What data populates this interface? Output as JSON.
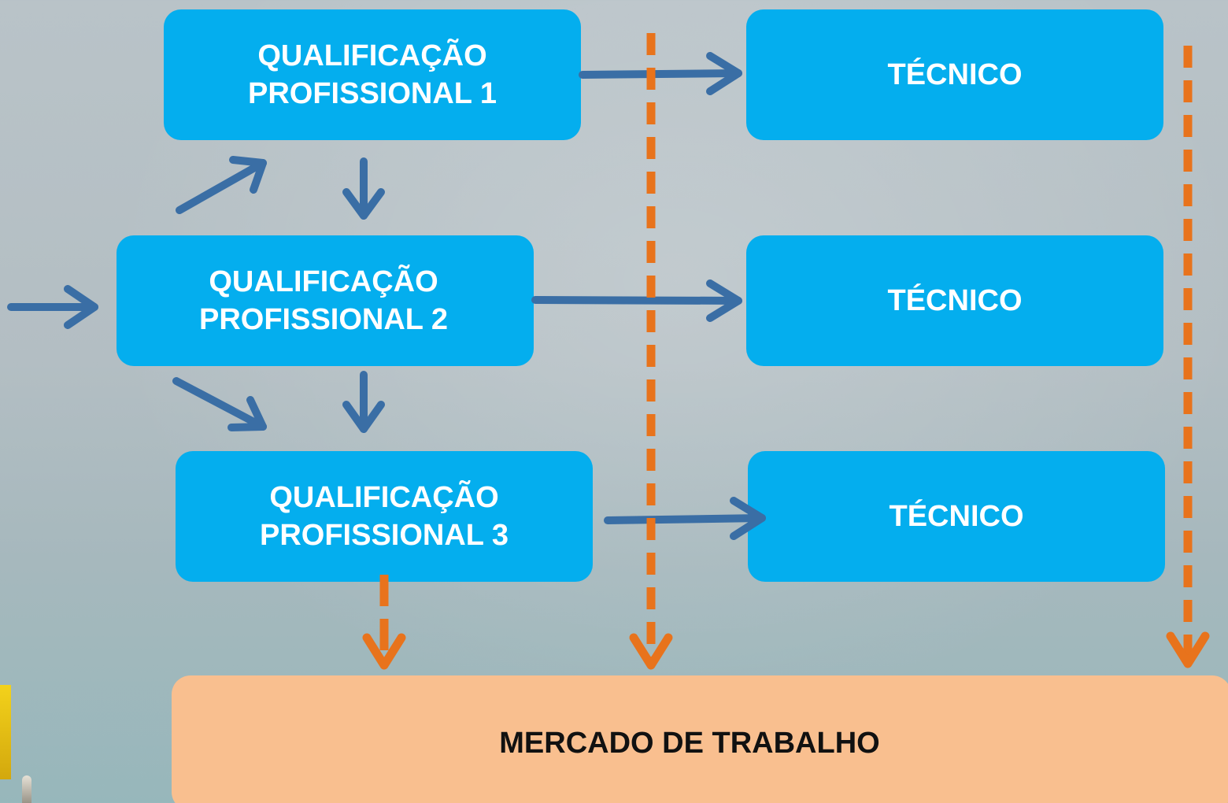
{
  "qualifications": [
    {
      "line1": "QUALIFICAÇÃO",
      "line2": "PROFISSIONAL 1"
    },
    {
      "line1": "QUALIFICAÇÃO",
      "line2": "PROFISSIONAL 2"
    },
    {
      "line1": "QUALIFICAÇÃO",
      "line2": "PROFISSIONAL 3"
    }
  ],
  "technicians": [
    {
      "label": "TÉCNICO"
    },
    {
      "label": "TÉCNICO"
    },
    {
      "label": "TÉCNICO"
    }
  ],
  "market": {
    "label": "MERCADO DE TRABALHO"
  },
  "colors": {
    "box_blue": "#04aeee",
    "arrow_blue": "#3a6ea5",
    "arrow_orange": "#e8731c",
    "market_fill": "#f9bf8f"
  }
}
